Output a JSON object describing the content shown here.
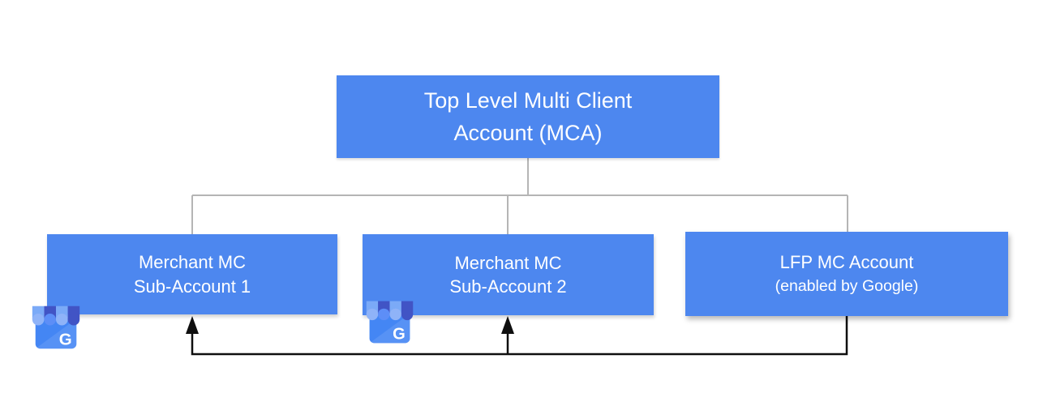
{
  "colors": {
    "background": "#ffffff",
    "node_blue": "#4d87ef",
    "node_text": "#ffffff",
    "connector_gray": "#b5b5b5",
    "arrow_black": "#0f0f0f",
    "gmb_body_blue": "#4486f4",
    "gmb_light_blue": "#7baaf7",
    "gmb_scallop_light": "#8fb3f8",
    "gmb_scallop_mid": "#5d8ef7",
    "gmb_dark_blue": "#4154c5",
    "gmb_letter": "#ffffff"
  },
  "nodes": {
    "mca": {
      "line1": "Top Level Multi Client",
      "line2": "Account (MCA)"
    },
    "sub1": {
      "line1": "Merchant MC",
      "line2": "Sub-Account 1"
    },
    "sub2": {
      "line1": "Merchant MC",
      "line2": "Sub-Account 2"
    },
    "lfp": {
      "line1": "LFP MC Account",
      "line2": "(enabled by Google)"
    }
  },
  "icons": {
    "gmb": {
      "name": "google-my-business-storefront",
      "letter": "G"
    }
  }
}
